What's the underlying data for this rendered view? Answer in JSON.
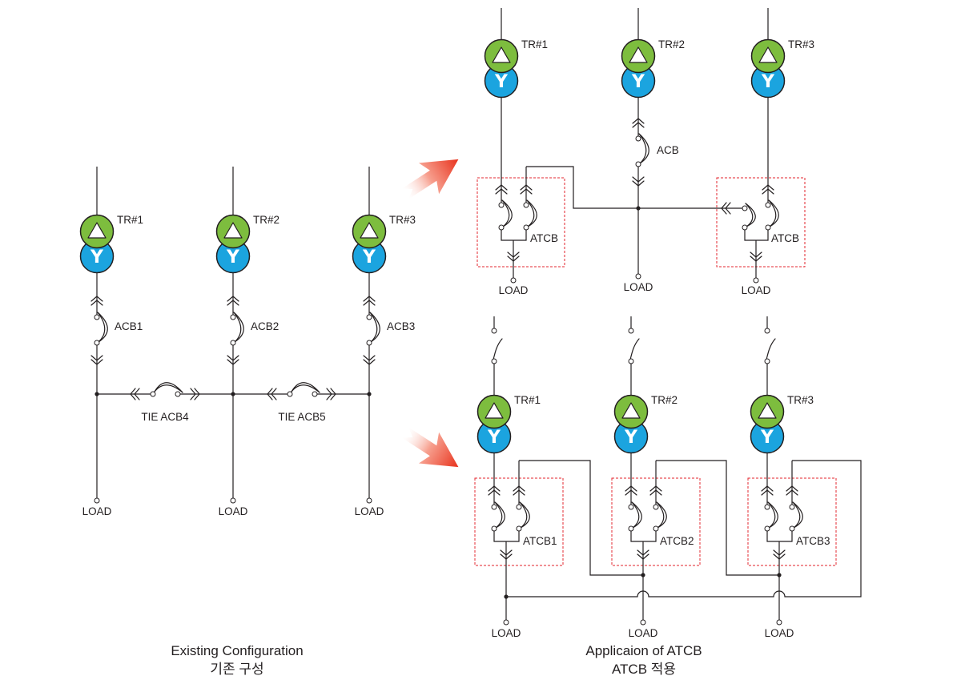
{
  "symbols": {
    "wye": "Y"
  },
  "colors": {
    "delta": "#7dbd3e",
    "wye": "#1ba4df",
    "atcb_box": "#e3262e",
    "arrow": "#e8331d"
  },
  "existing": {
    "transformers": [
      "TR#1",
      "TR#2",
      "TR#3"
    ],
    "feeder_breakers": [
      "ACB1",
      "ACB2",
      "ACB3"
    ],
    "tie_breakers": [
      "TIE ACB4",
      "TIE ACB5"
    ],
    "loads": [
      "LOAD",
      "LOAD",
      "LOAD"
    ],
    "caption": {
      "en": "Existing Configuration",
      "ko": "기존 구성"
    }
  },
  "atcb_shared_bus": {
    "transformers": [
      "TR#1",
      "TR#2",
      "TR#3"
    ],
    "breaker": "ACB",
    "atcb_units": [
      "ATCB",
      "ATCB"
    ],
    "loads": [
      "LOAD",
      "LOAD",
      "LOAD"
    ]
  },
  "atcb_ring": {
    "transformers": [
      "TR#1",
      "TR#2",
      "TR#3"
    ],
    "atcb_units": [
      "ATCB1",
      "ATCB2",
      "ATCB3"
    ],
    "loads": [
      "LOAD",
      "LOAD",
      "LOAD"
    ]
  },
  "application_caption": {
    "en": "Applicaion of ATCB",
    "ko": "ATCB 적용"
  }
}
